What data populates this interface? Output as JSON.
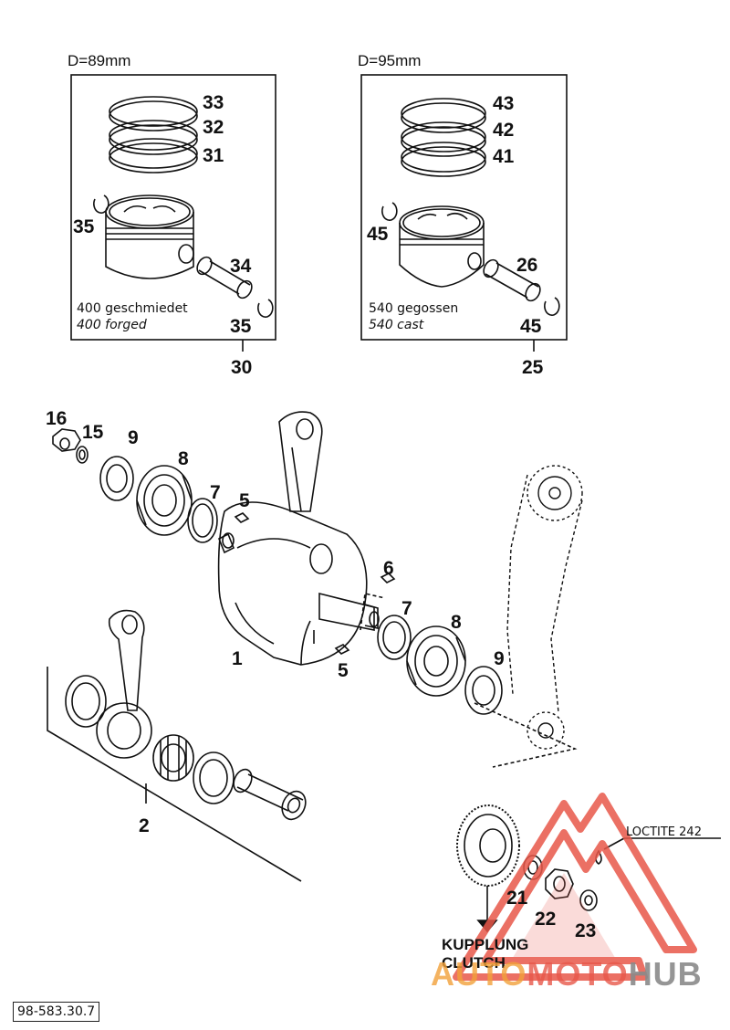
{
  "diagram": {
    "piston_left": {
      "diameter": "D=89mm",
      "caption_de": "400 geschmiedet",
      "caption_en": "400 forged",
      "labels": [
        "33",
        "32",
        "31",
        "35",
        "34",
        "35",
        "30"
      ]
    },
    "piston_right": {
      "diameter": "D=95mm",
      "caption_de": "540 gegossen",
      "caption_en": "540 cast",
      "labels": [
        "43",
        "42",
        "41",
        "45",
        "26",
        "45",
        "25"
      ]
    },
    "crank_labels": [
      "16",
      "15",
      "9",
      "8",
      "7",
      "5",
      "6",
      "7",
      "8",
      "9",
      "1",
      "5",
      "2"
    ],
    "gear_labels": [
      "21",
      "22",
      "23"
    ],
    "loctite": "LOCTITE 242",
    "clutch_de": "KUPPLUNG",
    "clutch_en": "CLUTCH",
    "doc_number": "98-583.30.7"
  },
  "watermark": {
    "part1": "AUTO",
    "part2": "MOTO",
    "part3": "HUB",
    "color_red": "#e8584a",
    "color_orange": "#f2a13a",
    "color_gray": "#8a8a8a"
  }
}
